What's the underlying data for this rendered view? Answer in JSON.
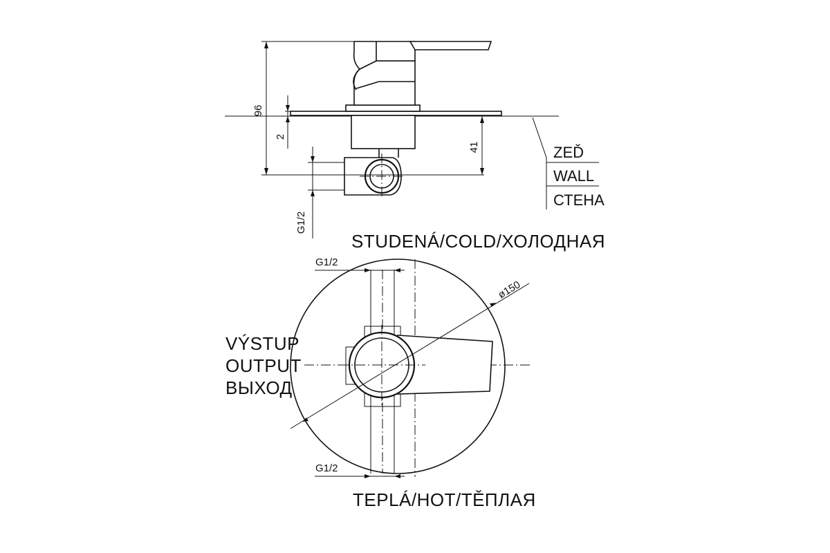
{
  "side_view": {
    "dim_total": "96",
    "dim_plate": "2",
    "dim_depth": "41",
    "dim_thread": "G1/2",
    "wall_label_cz": "ZEĎ",
    "wall_label_en": "WALL",
    "wall_label_ru": "СТЕНА"
  },
  "front_view": {
    "cold_label": "STUDENÁ/COLD/ХОЛОДНАЯ",
    "hot_label": "TEPLÁ/HOT/TĚПЛАЯ",
    "output_cz": "VÝSTUP",
    "output_en": "OUTPUT",
    "output_ru": "ВЫХОД",
    "thread_top": "G1/2",
    "thread_bottom": "G1/2",
    "diameter": "ø150"
  }
}
